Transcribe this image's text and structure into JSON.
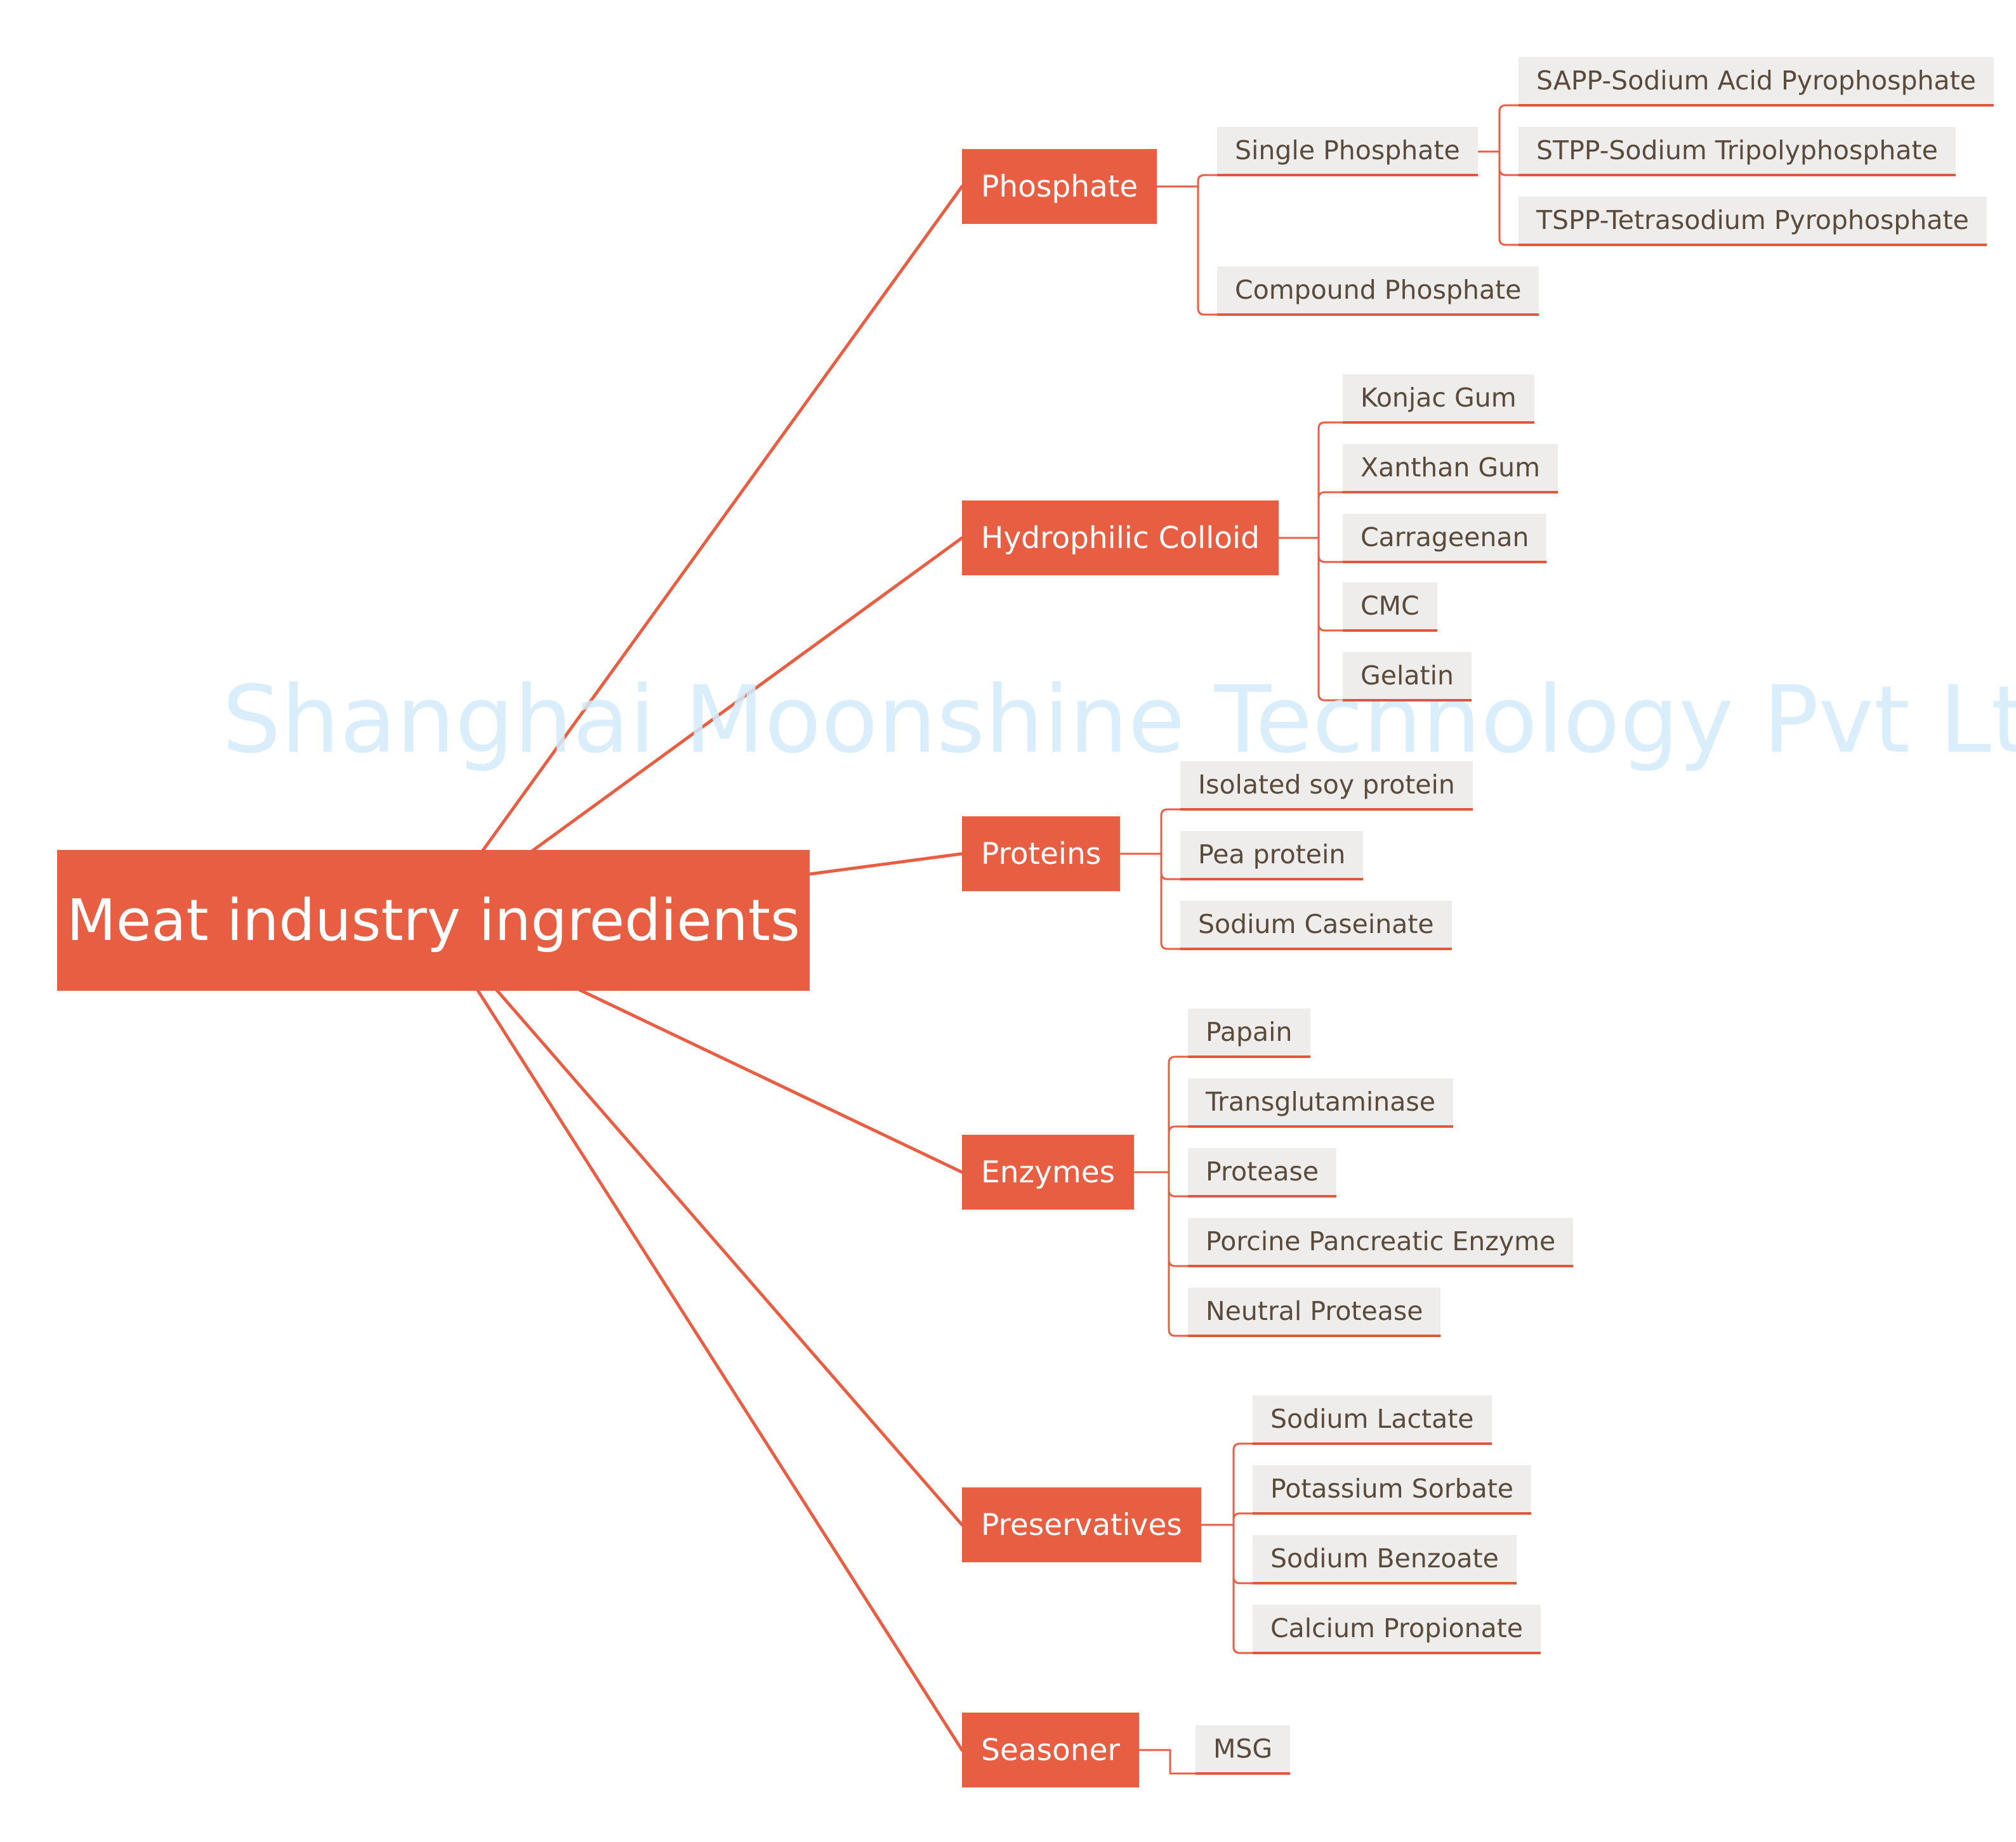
{
  "watermark": "Shanghai Moonshine Technology Pvt Ltd",
  "root": "Meat industry ingredients",
  "colors": {
    "accent": "#e85e43",
    "leaf_bg": "#efedeb",
    "leaf_text": "#5a4a3c",
    "watermark": "#d4ebfb"
  },
  "branches": [
    {
      "label": "Phosphate",
      "children": [
        {
          "label": "Single Phosphate",
          "children": [
            {
              "label": "SAPP-Sodium Acid Pyrophosphate"
            },
            {
              "label": "STPP-Sodium Tripolyphosphate"
            },
            {
              "label": "TSPP-Tetrasodium Pyrophosphate"
            }
          ]
        },
        {
          "label": "Compound Phosphate"
        }
      ]
    },
    {
      "label": "Hydrophilic Colloid",
      "children": [
        {
          "label": "Konjac Gum"
        },
        {
          "label": "Xanthan Gum"
        },
        {
          "label": "Carrageenan"
        },
        {
          "label": "CMC"
        },
        {
          "label": "Gelatin"
        }
      ]
    },
    {
      "label": "Proteins",
      "children": [
        {
          "label": "Isolated soy protein"
        },
        {
          "label": "Pea protein"
        },
        {
          "label": "Sodium Caseinate"
        }
      ]
    },
    {
      "label": "Enzymes",
      "children": [
        {
          "label": "Papain"
        },
        {
          "label": "Transglutaminase"
        },
        {
          "label": "Protease"
        },
        {
          "label": "Porcine Pancreatic Enzyme"
        },
        {
          "label": "Neutral Protease"
        }
      ]
    },
    {
      "label": "Preservatives",
      "children": [
        {
          "label": "Sodium Lactate"
        },
        {
          "label": "Potassium Sorbate"
        },
        {
          "label": "Sodium Benzoate"
        },
        {
          "label": "Calcium Propionate"
        }
      ]
    },
    {
      "label": "Seasoner",
      "children": [
        {
          "label": "MSG"
        }
      ]
    }
  ]
}
